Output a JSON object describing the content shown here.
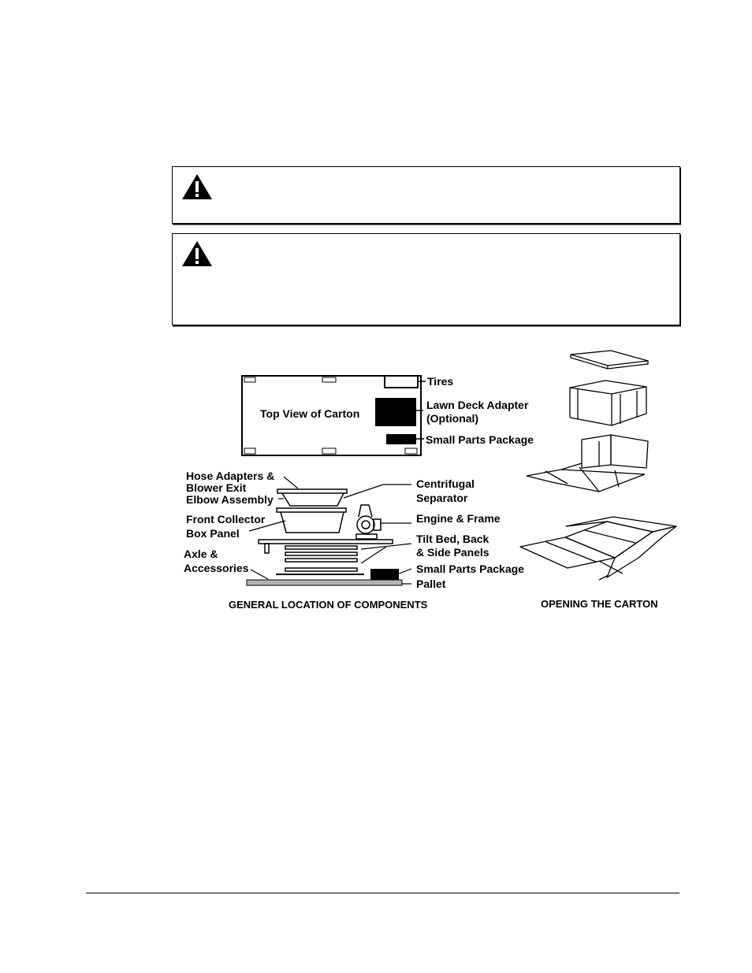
{
  "figure": {
    "carton_top_view_label": "Top View of Carton",
    "labels": {
      "tires": "Tires",
      "lawn_deck_adapter_line1": "Lawn Deck Adapter",
      "lawn_deck_adapter_line2": "(Optional)",
      "small_parts_top": "Small Parts Package",
      "hose_adapters_line1": "Hose Adapters &",
      "hose_adapters_line2": "Blower Exit",
      "hose_adapters_line3": "Elbow Assembly",
      "centrifugal_line1": "Centrifugal",
      "centrifugal_line2": "Separator",
      "front_collector_line1": "Front Collector",
      "front_collector_line2": "Box Panel",
      "engine_frame": "Engine & Frame",
      "tilt_bed_line1": "Tilt Bed, Back",
      "tilt_bed_line2": "& Side Panels",
      "axle_line1": "Axle &",
      "axle_line2": "Accessories",
      "small_parts_bottom": "Small Parts Package",
      "pallet": "Pallet"
    },
    "caption_left": "GENERAL LOCATION OF COMPONENTS",
    "caption_right": "OPENING THE CARTON"
  },
  "colors": {
    "ink": "#000000",
    "pallet_fill": "#b4b4b4"
  }
}
